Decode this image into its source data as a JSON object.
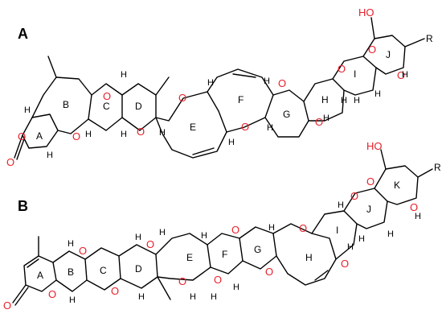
{
  "panels": [
    {
      "label": "A",
      "rings": [
        "A",
        "B",
        "C",
        "D",
        "E",
        "F",
        "G",
        "H",
        "I",
        "J"
      ],
      "substituent": "R",
      "oxygen_symbol": "O",
      "hydroxyl": "HO",
      "hydrogen": "H",
      "carbonyl_oxygen": "O"
    },
    {
      "label": "B",
      "rings": [
        "A",
        "B",
        "C",
        "D",
        "E",
        "F",
        "G",
        "H",
        "I",
        "J",
        "K"
      ],
      "substituent": "R",
      "oxygen_symbol": "O",
      "hydroxyl": "HO",
      "hydrogen": "H",
      "carbonyl_oxygen": "O"
    }
  ],
  "colors": {
    "oxygen": "#e8202a",
    "bond": "#000000",
    "background": "#ffffff"
  }
}
